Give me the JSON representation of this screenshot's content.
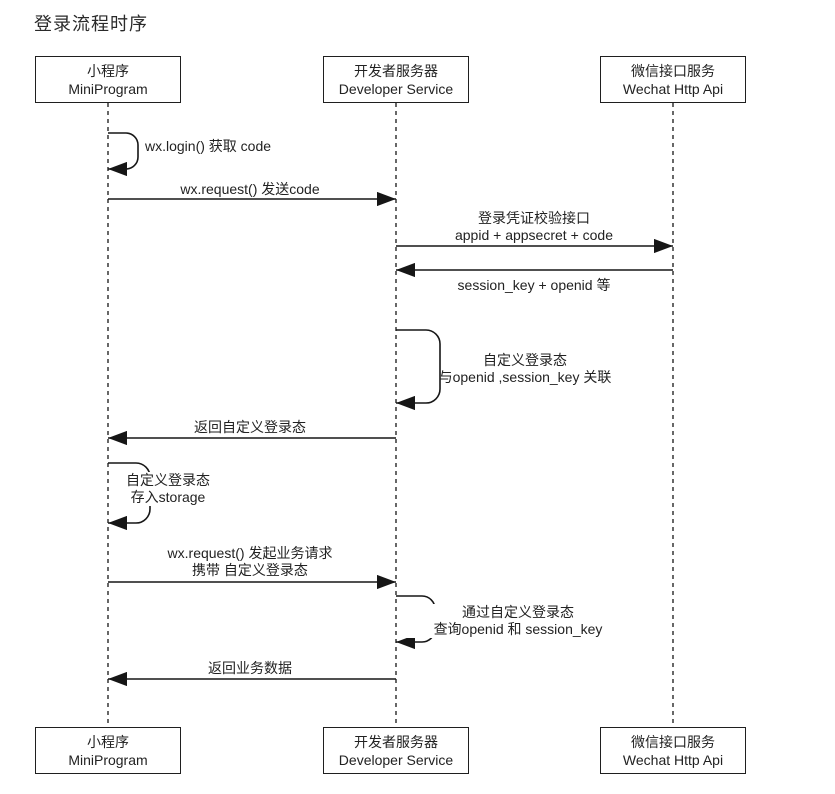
{
  "title": "登录流程时序",
  "colors": {
    "background": "#ffffff",
    "line": "#161616",
    "text": "#222222"
  },
  "actors": [
    {
      "name_cn": "小程序",
      "name_en": "MiniProgram"
    },
    {
      "name_cn": "开发者服务器",
      "name_en": "Developer Service"
    },
    {
      "name_cn": "微信接口服务",
      "name_en": "Wechat Http Api"
    }
  ],
  "messages": [
    {
      "type": "self",
      "actor": "小程序",
      "lines": [
        "wx.login() 获取 code"
      ]
    },
    {
      "type": "message",
      "from": "小程序",
      "to": "开发者服务器",
      "lines": [
        "wx.request() 发送code"
      ]
    },
    {
      "type": "message",
      "from": "开发者服务器",
      "to": "微信接口服务",
      "lines": [
        "登录凭证校验接口",
        "appid + appsecret + code"
      ]
    },
    {
      "type": "message",
      "from": "微信接口服务",
      "to": "开发者服务器",
      "lines": [
        "session_key + openid 等"
      ]
    },
    {
      "type": "self",
      "actor": "开发者服务器",
      "lines": [
        "自定义登录态",
        "与openid ,session_key 关联"
      ]
    },
    {
      "type": "message",
      "from": "开发者服务器",
      "to": "小程序",
      "lines": [
        "返回自定义登录态"
      ]
    },
    {
      "type": "self",
      "actor": "小程序",
      "lines": [
        "自定义登录态",
        "存入storage"
      ]
    },
    {
      "type": "message",
      "from": "小程序",
      "to": "开发者服务器",
      "lines": [
        "wx.request() 发起业务请求",
        "携带 自定义登录态"
      ]
    },
    {
      "type": "self",
      "actor": "开发者服务器",
      "lines": [
        "通过自定义登录态",
        "查询openid 和 session_key"
      ]
    },
    {
      "type": "message",
      "from": "开发者服务器",
      "to": "小程序",
      "lines": [
        "返回业务数据"
      ]
    }
  ]
}
